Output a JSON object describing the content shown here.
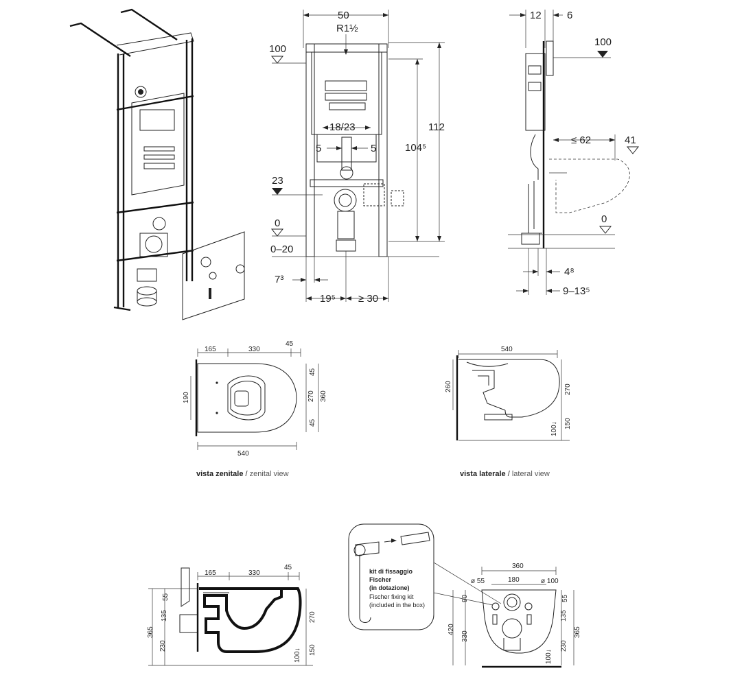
{
  "frame_front": {
    "width": "50",
    "thread": "R1½",
    "level_top": "100",
    "level_mid": "23",
    "level_floor": "0",
    "floor_range": "0–20",
    "height_total": "112",
    "height_inner": "104⁵",
    "spacing": "18/23",
    "pipe_left": "5",
    "pipe_right": "5",
    "foot_left": "7³",
    "foot_offset": "19⁵",
    "foot_min": "≥ 30"
  },
  "frame_side": {
    "top_left": "12",
    "top_right": "6",
    "level_top": "100",
    "projection": "≤ 62",
    "seat_level": "41",
    "level_floor": "0",
    "foot_depth": "4⁸",
    "wall_range": "9–13⁵"
  },
  "zenital": {
    "top_a": "165",
    "top_b": "330",
    "top_c": "45",
    "left": "190",
    "right_a": "45",
    "right_b": "270",
    "right_c": "45",
    "total_h": "360",
    "bottom": "540",
    "caption_it": "vista zenitale",
    "caption_sep": " / ",
    "caption_en": "zenital view"
  },
  "lateral": {
    "top": "540",
    "left": "260",
    "right_a": "270",
    "right_b": "150",
    "right_c": "100↓",
    "caption_it": "vista laterale",
    "caption_sep": " / ",
    "caption_en": "lateral view"
  },
  "section": {
    "top_a": "165",
    "top_b": "330",
    "top_c": "45",
    "left_total": "365",
    "left_a": "55",
    "left_b": "135",
    "left_c": "230",
    "right_a": "270",
    "right_b": "150",
    "right_c": "100↓"
  },
  "kit": {
    "title_line1": "kit di fissaggio",
    "title_line2": "Fischer",
    "title_line3": "(in dotazione)",
    "en_line1": "Fischer fixing kit",
    "en_line2": "(included in the box)"
  },
  "rear": {
    "top": "360",
    "d_left": "ø 55",
    "mid": "180",
    "d_right": "ø 100",
    "left_total": "420",
    "left_a": "90",
    "left_b": "330",
    "right_a": "55",
    "right_b": "135",
    "right_c": "230",
    "right_total": "365",
    "floor": "100↓"
  }
}
